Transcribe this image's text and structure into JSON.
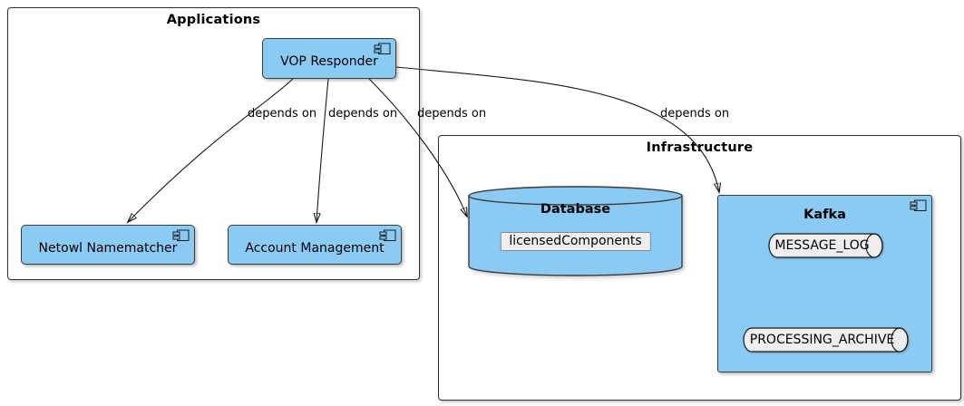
{
  "colors": {
    "node_fill": "#8BCAF3",
    "node_border": "#3b3b3b",
    "shape_fill": "#eeeeee",
    "shape_border": "#1a1a1a",
    "line_color": "#1a1a1a"
  },
  "packages": {
    "applications": {
      "title": "Applications"
    },
    "infrastructure": {
      "title": "Infrastructure"
    }
  },
  "components": {
    "vop_responder": {
      "label": "VOP Responder"
    },
    "netowl_namematcher": {
      "label": "Netowl Namematcher"
    },
    "account_management": {
      "label": "Account Management"
    },
    "kafka": {
      "title": "Kafka"
    }
  },
  "database": {
    "title": "Database",
    "item": "licensedComponents"
  },
  "queues": {
    "message_log": {
      "label": "MESSAGE_LOG"
    },
    "processing_archive": {
      "label": "PROCESSING_ARCHIVE"
    }
  },
  "edges": {
    "to_netowl": {
      "label": "depends on",
      "from": "VOP Responder",
      "to": "Netowl Namematcher"
    },
    "to_account": {
      "label": "depends on",
      "from": "VOP Responder",
      "to": "Account Management"
    },
    "to_database": {
      "label": "depends on",
      "from": "VOP Responder",
      "to": "Database"
    },
    "to_kafka": {
      "label": "depends on",
      "from": "VOP Responder",
      "to": "Kafka"
    }
  }
}
